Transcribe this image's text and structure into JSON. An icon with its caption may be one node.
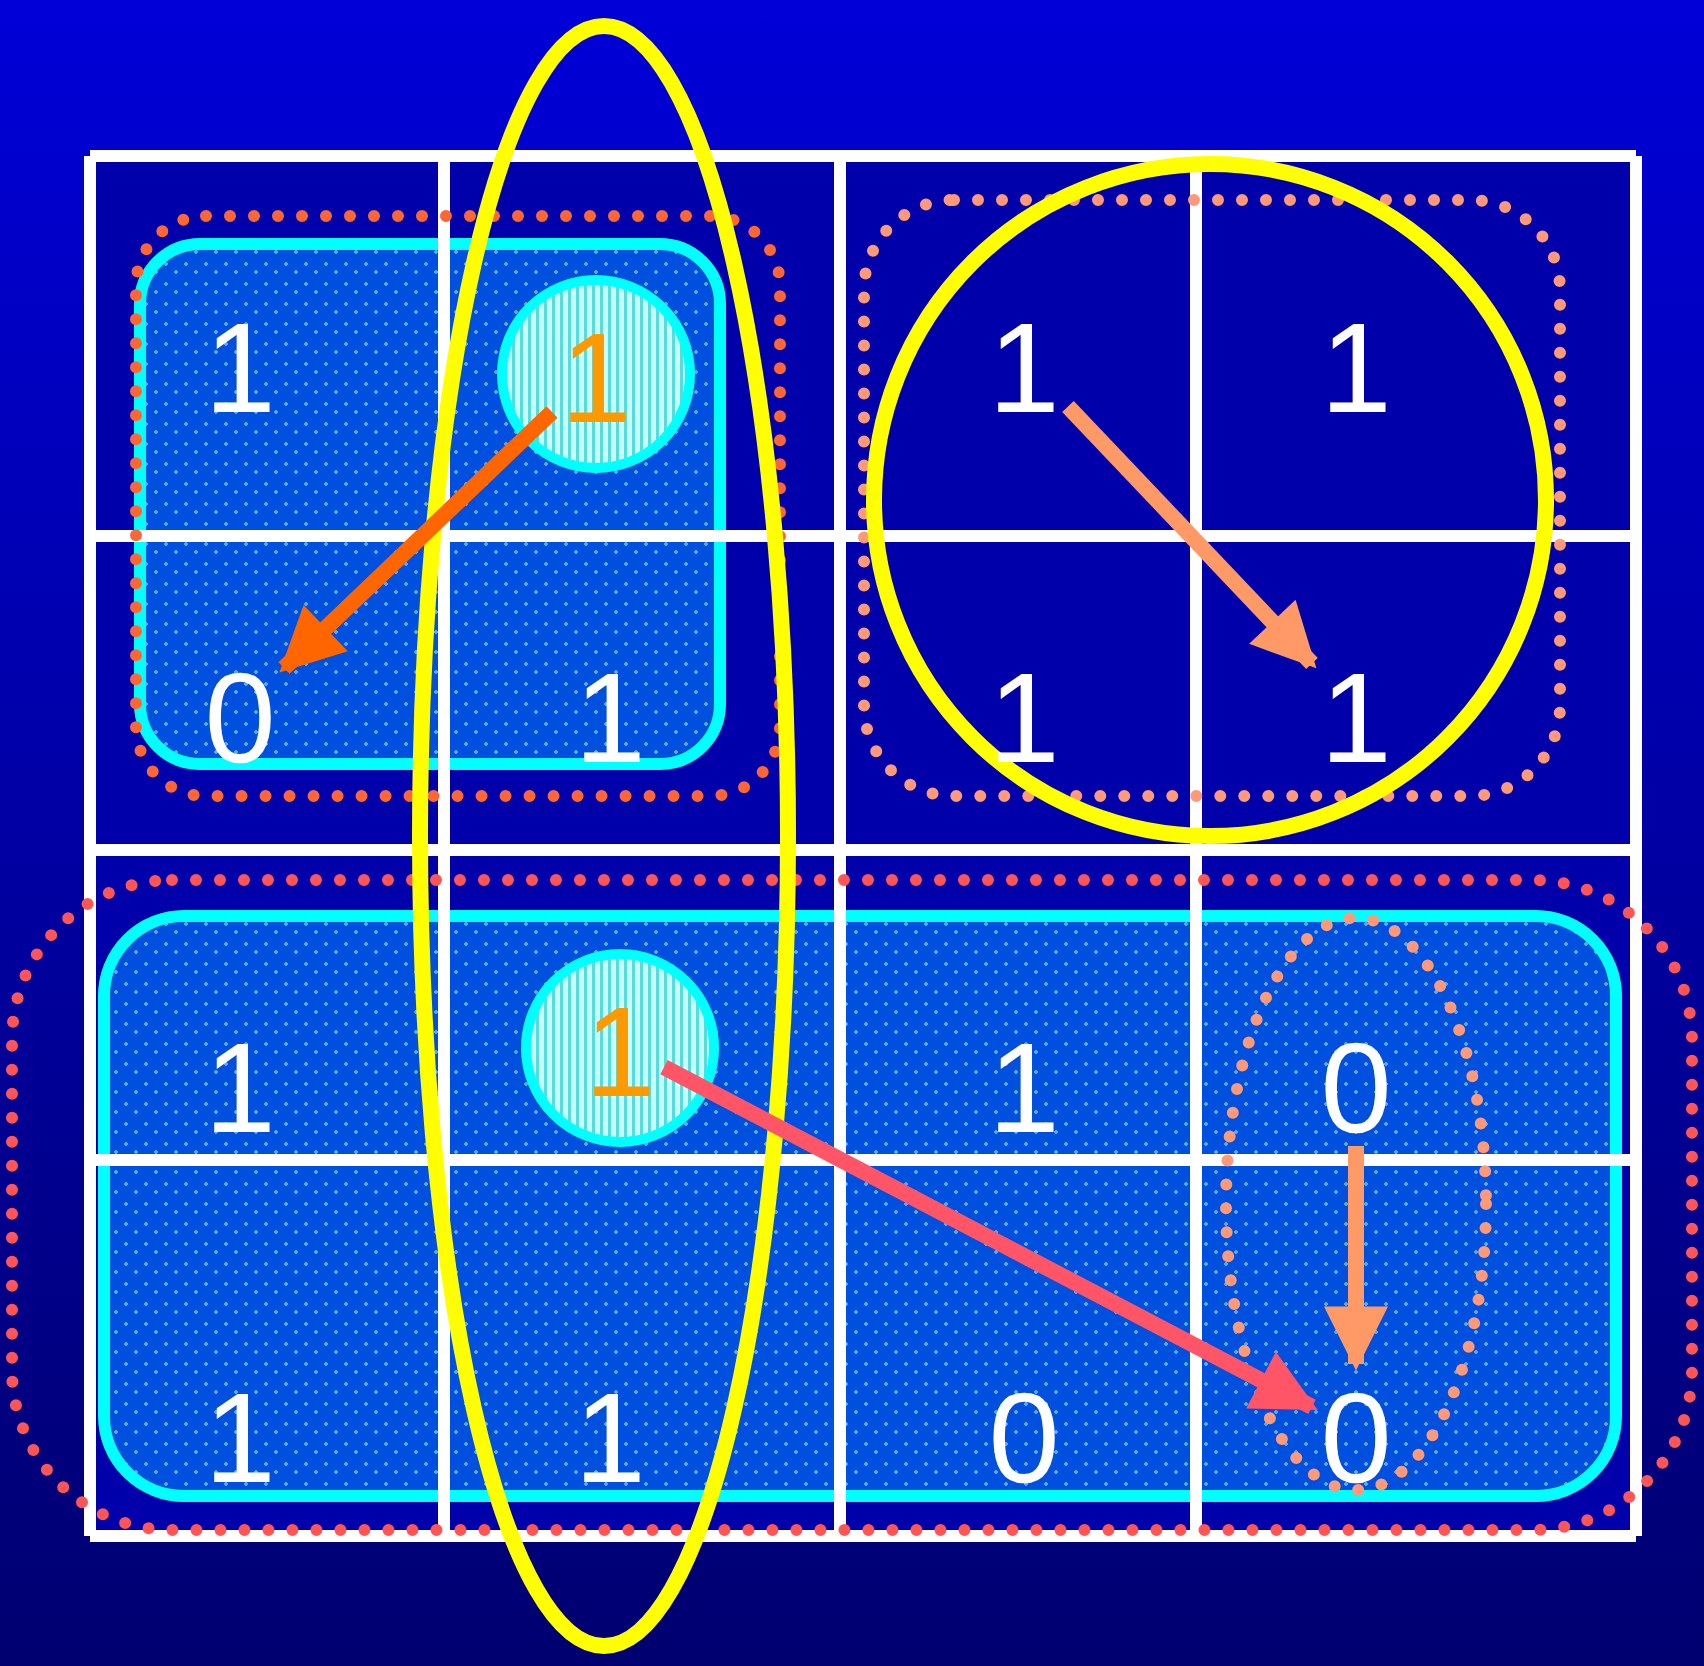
{
  "diagram": {
    "nodes": [
      {
        "text": [
          "1"
        ]
      },
      {
        "text": [
          "1"
        ]
      },
      {
        "text": [
          "1"
        ]
      },
      {
        "text": [
          "1"
        ]
      },
      {
        "text": [
          "0"
        ]
      },
      {
        "text": [
          "1"
        ]
      },
      {
        "text": [
          "1"
        ]
      },
      {
        "text": [
          "1"
        ]
      },
      {
        "text": [
          "1"
        ]
      },
      {
        "text": [
          "1"
        ]
      },
      {
        "text": [
          "1"
        ]
      },
      {
        "text": [
          "0"
        ]
      },
      {
        "text": [
          "1"
        ]
      },
      {
        "text": [
          "1"
        ]
      },
      {
        "text": [
          "0"
        ]
      },
      {
        "text": [
          "0"
        ]
      }
    ],
    "edges": [
      {
        "from": 1,
        "to": 4,
        "arrow": "to",
        "color": "#ff6600"
      },
      {
        "from": 2,
        "to": 7,
        "arrow": "to",
        "color": "#ff9966"
      },
      {
        "from": 9,
        "to": 15,
        "arrow": "to",
        "color": "#ff5566"
      },
      {
        "from": 11,
        "to": 15,
        "arrow": "to",
        "color": "#ff9966"
      }
    ]
  }
}
